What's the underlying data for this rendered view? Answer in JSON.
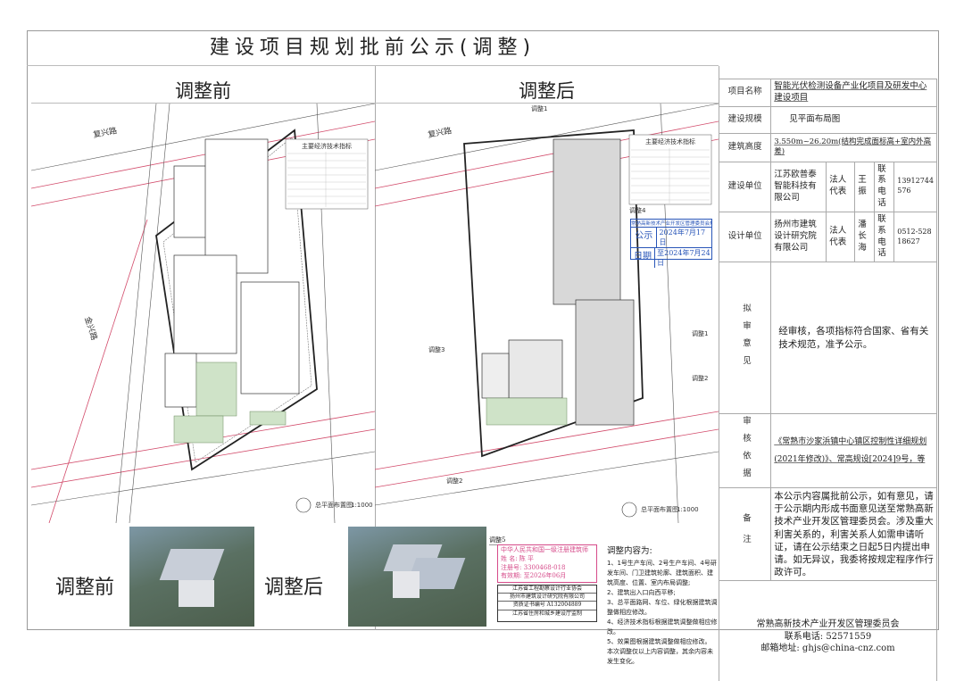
{
  "title": "建设项目规划批前公示(调整)",
  "panels": {
    "before": "调整前",
    "after": "调整后"
  },
  "plan": {
    "road_north": "复兴路",
    "road_west": "金兴路",
    "caption": "总平面布置图",
    "scale": "1:1000",
    "index_title": "主要经济技术指标",
    "adjust_marks": [
      "调整1",
      "调整2",
      "调整3",
      "调整4",
      "调整5"
    ]
  },
  "info": {
    "project_name_label": "项目名称",
    "project_name": "智能光伏检测设备产业化项目及研发中心建设项目",
    "scale_label": "建设规模",
    "scale": "见平面布局图",
    "height_label": "建筑高度",
    "height": "3.550m~26.20m(结构完成面标高+室内外高差)",
    "builder_label": "建设单位",
    "builder": "江苏欧普泰智能科技有限公司",
    "builder_rep_label": "法人代表",
    "builder_rep": "王振",
    "builder_phone_label": "联系电话",
    "builder_phone": "13912744576",
    "designer_label": "设计单位",
    "designer": "扬州市建筑设计研究院有限公司",
    "designer_rep_label": "法人代表",
    "designer_rep": "潘长海",
    "designer_phone_label": "联系电话",
    "designer_phone": "0512-52818627",
    "opinion_label": "拟审意见",
    "opinion": "经审核，各项指标符合国家、省有关技术规范，准予公示。",
    "basis_label": "审核依据",
    "basis_1": "《常熟市沙家浜镇中心镇区控制性详细规划",
    "basis_2": "(2021年修改)》、常高规设[2024]9号，等",
    "remarks_label": "备注",
    "remarks": "本公示内容属批前公示，如有意见，请于公示期内形成书面意见送至常熟高新技术产业开发区管理委员会。涉及重大利害关系的，利害关系人如需申请听证，请在公示结束之日起5日内提出申请。如无异议，我委将按规定程序作行政许可。"
  },
  "footer": {
    "org": "常熟高新技术产业开发区管理委员会",
    "phone": "联系电话: 52571559",
    "email": "邮箱地址: ghjs@china-cnz.com"
  },
  "stamp": {
    "header": "常熟高新技术产业开发区管理委员会规划建设局",
    "line1_a": "公示",
    "line1_b": "2024年7月17日",
    "line2_a": "日期",
    "line2_b": "至2024年7月24日"
  },
  "adjustments": {
    "title": "调整内容为:",
    "items": [
      "1、1号生产车间、2号生产车间、4号研发车间、门卫建筑轮廓、建筑面积、建筑高度、位置、室内布局调整;",
      "2、建筑出入口向西平移;",
      "3、总平面路网、车位、绿化根据建筑调整做相应修改。",
      "4、经济技术指标根据建筑调整做相应修改。",
      "5、效果图根据建筑调整做相应修改。"
    ],
    "footer": "本次调整仅以上内容调整，其余内容未发生变化。"
  },
  "architect_stamp": {
    "title": "中华人民共和国一级注册建筑师",
    "name": "姓 名: 陈 平",
    "reg": "注册号: 3300468-018",
    "valid": "有效期: 至2026年06月"
  },
  "design_seal": {
    "l1": "江苏省工程勘察设计行业协会",
    "l2": "扬州市建筑设计研究院有限公司",
    "l3": "资质证书编号 A132004889",
    "l4": "江苏省住房和城乡建设厅监制"
  },
  "colors": {
    "road": "#d24a6a",
    "stamp_blue": "#2855b8",
    "architect_pink": "#d64b8a"
  }
}
